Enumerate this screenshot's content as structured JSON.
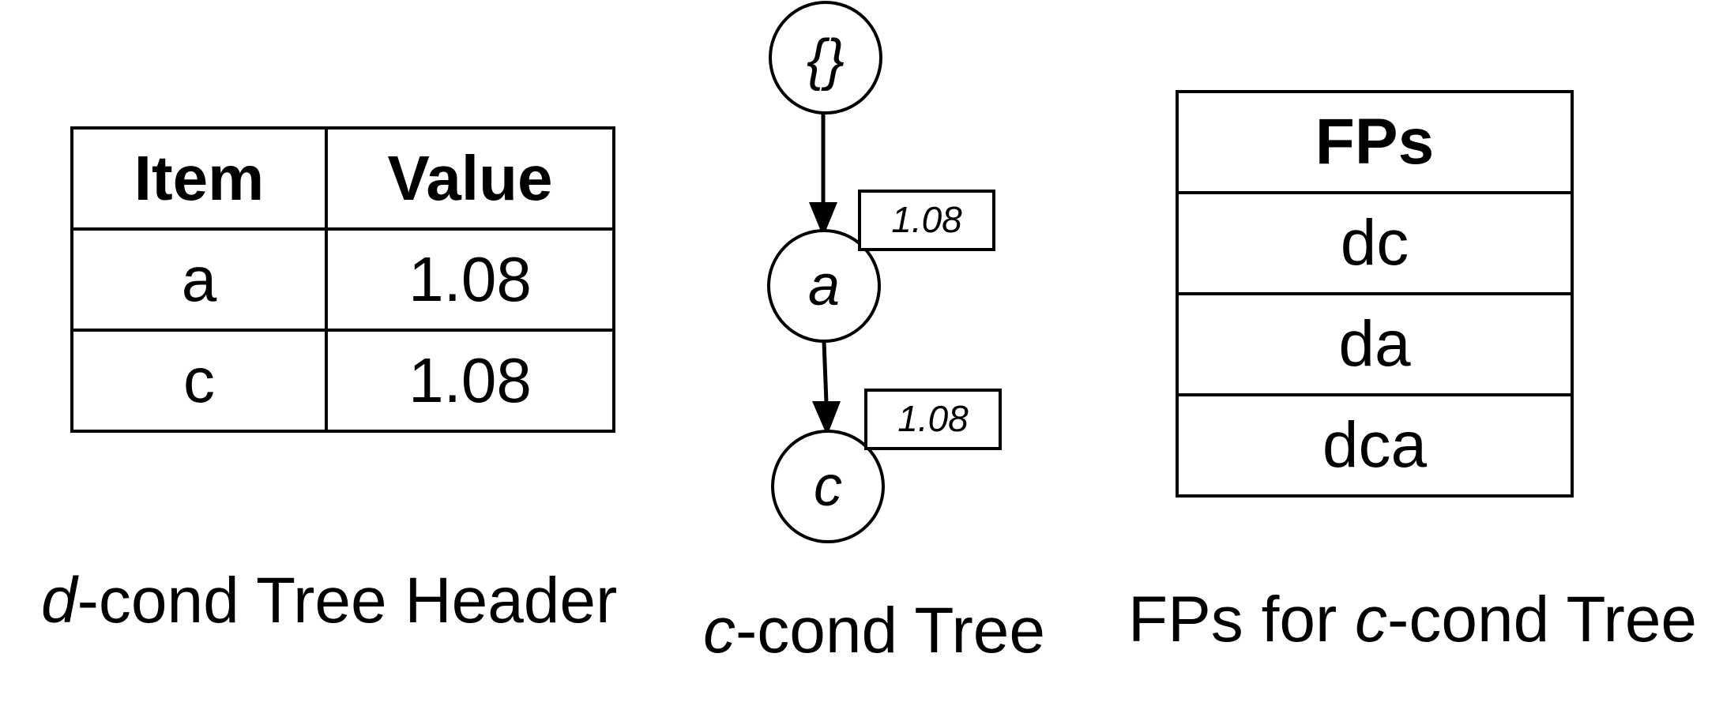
{
  "header_table": {
    "columns": [
      "Item",
      "Value"
    ],
    "rows": [
      [
        "a",
        "1.08"
      ],
      [
        "c",
        "1.08"
      ]
    ]
  },
  "tree": {
    "root": {
      "label": "{}"
    },
    "nodes": [
      {
        "label": "a",
        "value": "1.08"
      },
      {
        "label": "c",
        "value": "1.08"
      }
    ]
  },
  "fps_table": {
    "header": "FPs",
    "rows": [
      "dc",
      "da",
      "dca"
    ]
  },
  "captions": {
    "left": {
      "italic": "d",
      "rest": "-cond Tree Header"
    },
    "middle": {
      "italic": "c",
      "rest": "-cond Tree"
    },
    "right": {
      "prefix": "FPs for ",
      "italic": "c",
      "rest": "-cond Tree"
    }
  }
}
